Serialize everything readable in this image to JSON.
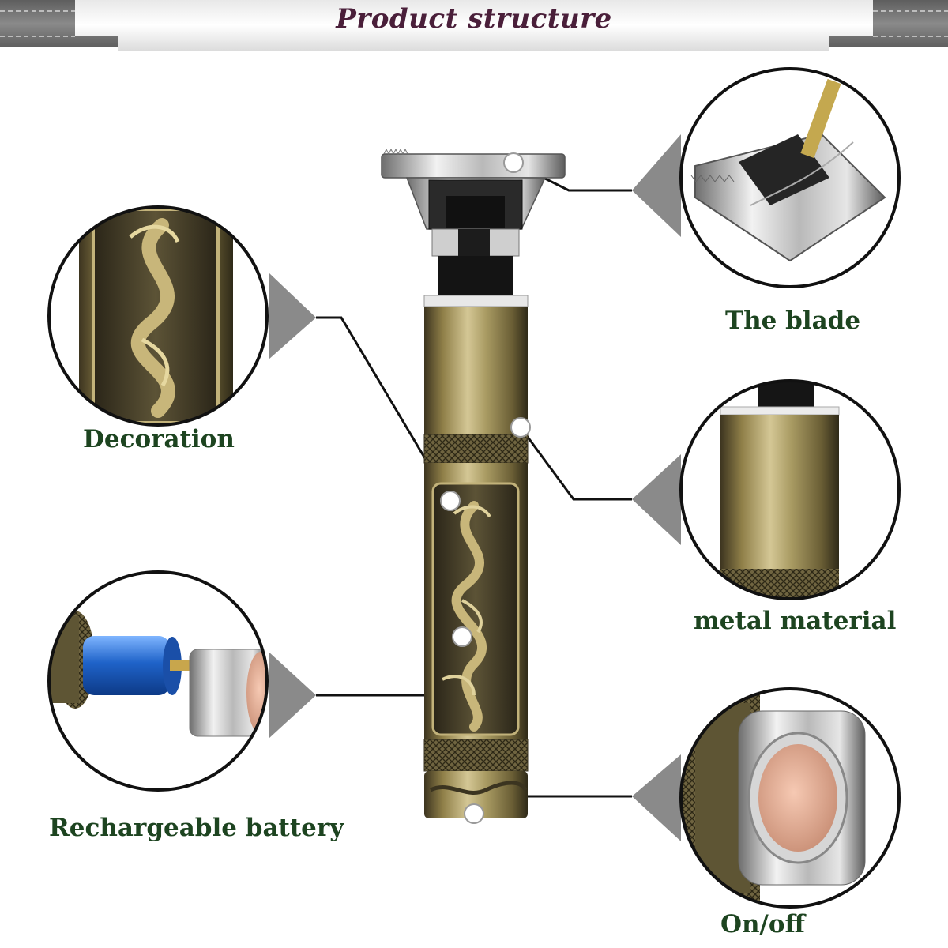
{
  "banner": {
    "title": "Product structure"
  },
  "callouts": {
    "blade": "The blade",
    "decoration": "Decoration",
    "metal": "metal material",
    "battery": "Rechargeable battery",
    "onoff": "On/off"
  },
  "colors": {
    "label_green": "#1d4420",
    "title_purple": "#4a1f3a",
    "banner_gray": "#7d7d7d",
    "bronze": "#9a8a55"
  }
}
